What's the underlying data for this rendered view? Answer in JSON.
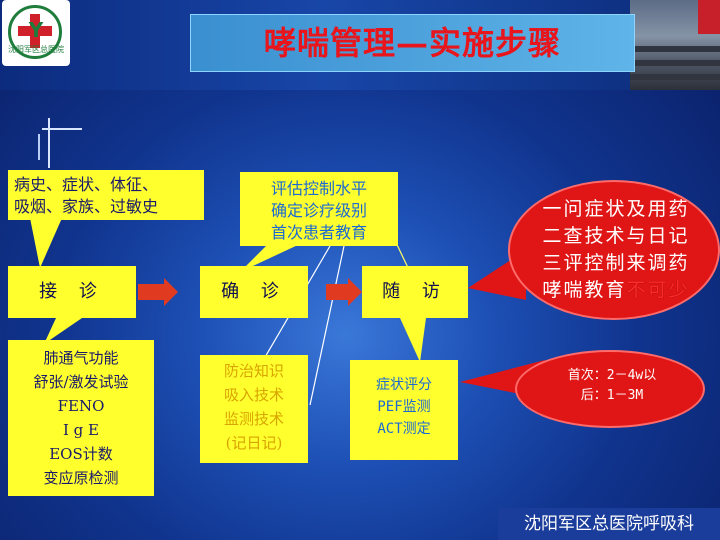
{
  "title": "哮喘管理—实施步骤",
  "steps": {
    "intake": "接 诊",
    "diagnosis": "确 诊",
    "followup": "随 访"
  },
  "callouts": {
    "history": [
      "病史、症状、体征、",
      "吸烟、家族、过敏史"
    ],
    "assessment": [
      "评估控制水平",
      "确定诊疗级别",
      "首次患者教育"
    ]
  },
  "details": {
    "intake_tests": [
      "肺通气功能",
      "舒张/激发试验",
      "FENO",
      "I g E",
      "EOS计数",
      "变应原检测"
    ],
    "diagnosis_items": [
      "防治知识",
      "吸入技术",
      "监测技术",
      "(记日记)"
    ],
    "followup_items": [
      "症状评分",
      "PEF监测",
      "ACT测定"
    ]
  },
  "oval_main": {
    "lines": [
      "一问症状及用药",
      "二查技术与日记",
      "三评控制来调药"
    ],
    "last_line_prefix": "哮喘教育",
    "last_line_highlight": "不可少"
  },
  "oval_schedule": [
    "首次：2－4w以",
    "后：1－3M"
  ],
  "footer": "沈阳军区总医院呼吸科",
  "logo": {
    "text": "沈阳军区总医院"
  },
  "colors": {
    "background": "#10348e",
    "title_text": "#e8161c",
    "callout_fill": "#ffff2e",
    "node_fill": "#e01616",
    "arrow": "#e03a20"
  }
}
